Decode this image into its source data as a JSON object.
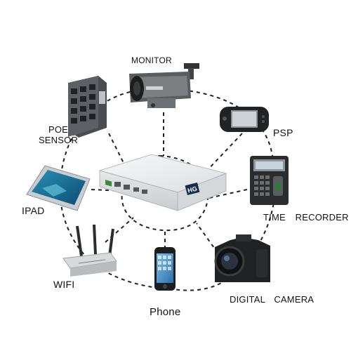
{
  "labels": {
    "monitor": "MONITOR",
    "poe_line1": "POE",
    "poe_line2": "SENSOR",
    "psp": "PSP",
    "ipad": "IPAD",
    "time_recorder": "TIME RECORDER",
    "wifi": "WIFI",
    "digital_camera": "DIGITAL CAMERA",
    "phone": "Phone"
  },
  "device_text": {
    "hub_badge": "HG"
  },
  "colors": {
    "connector": "#222222",
    "hub_body": "#eceef0",
    "hub_badge": "#1b2a4a"
  }
}
